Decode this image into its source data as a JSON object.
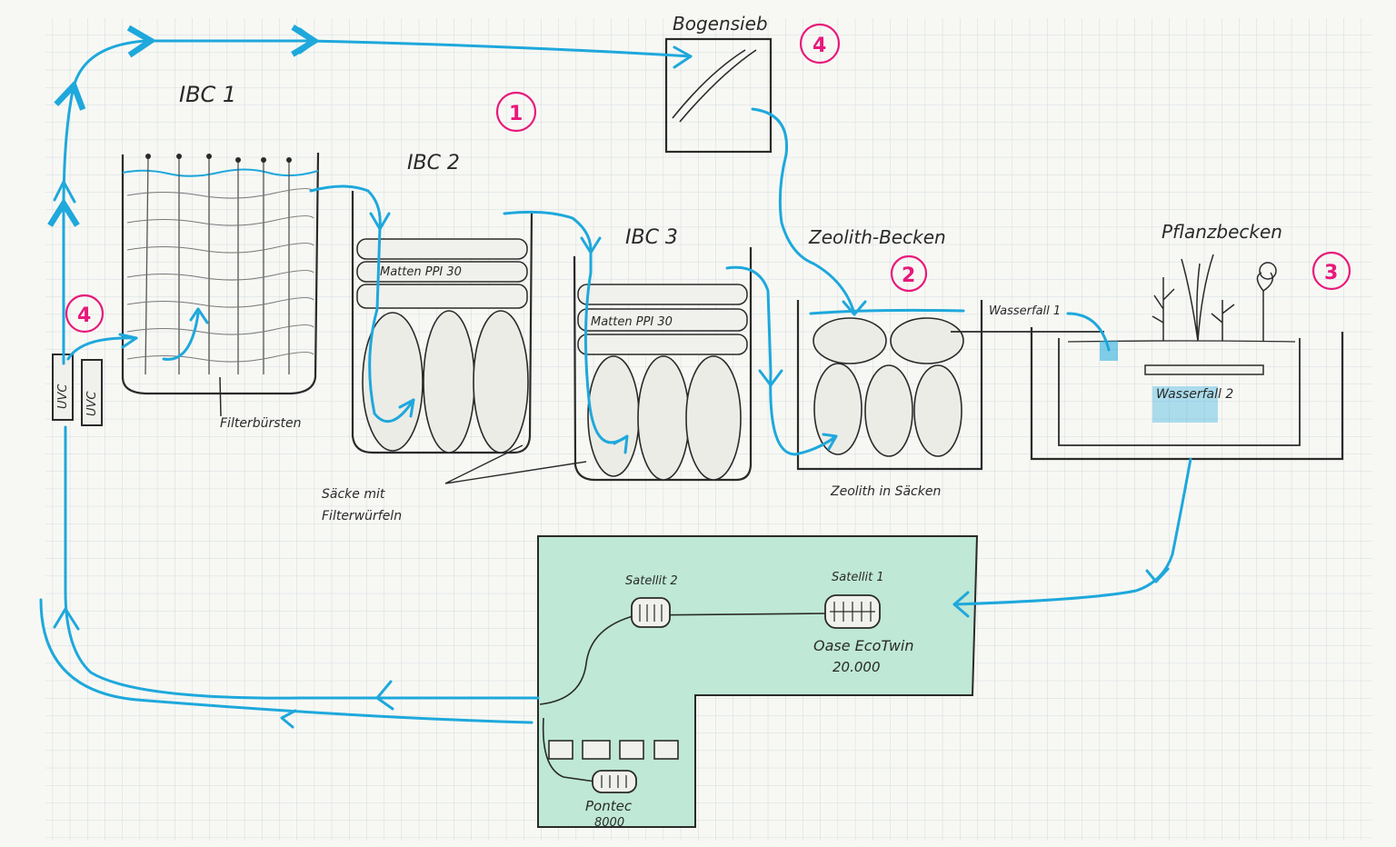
{
  "labels": {
    "ibc1": "IBC 1",
    "ibc2": "IBC 2",
    "ibc3": "IBC 3",
    "bogensieb": "Bogensieb",
    "zeolith_becken": "Zeolith-Becken",
    "pflanzbecken": "Pflanzbecken",
    "filterbuersten": "Filterbürsten",
    "saecke": "Säcke mit",
    "saecke2": "Filterwürfeln",
    "matten_ibc2": "Matten PPI 30",
    "matten_ibc3": "Matten PPI 30",
    "zeolith_saecke": "Zeolith in Säcken",
    "wasserfall1": "Wasserfall 1",
    "wasserfall2": "Wasserfall 2",
    "satellit2": "Satellit 2",
    "satellit1": "Satellit 1",
    "oase": "Oase EcoTwin",
    "oase_num": "20.000",
    "pontec": "Pontec",
    "pontec_num": "8000",
    "uvc1": "UVC",
    "uvc2": "UVC"
  },
  "markers": {
    "m1": "1",
    "m2": "2",
    "m3": "3",
    "m4a": "4",
    "m4b": "4"
  },
  "colors": {
    "water": "#1ea8dc",
    "marker": "#e8197a",
    "pond": "#bfe8d6",
    "ink": "#2a2a2a",
    "grid": "#c9d3db"
  }
}
